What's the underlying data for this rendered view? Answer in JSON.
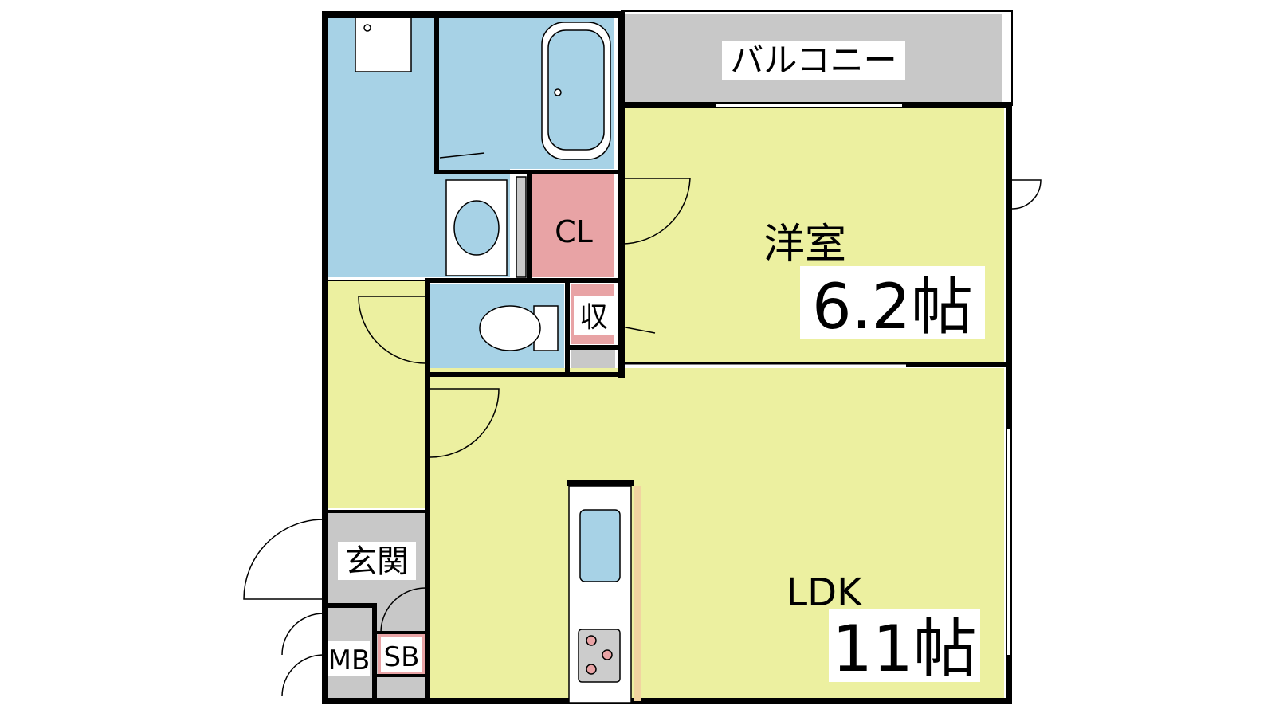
{
  "floorplan": {
    "colors": {
      "background": "#ffffff",
      "wall": "#000000",
      "wet_area": "#a7d2e6",
      "living_area": "#ecf0a0",
      "storage_area": "#e8a3a5",
      "balcony_area": "#c8c8c8",
      "entrance_area": "#c8c8c8",
      "label_bg": "#ffffff"
    },
    "rooms": {
      "balcony": {
        "label": "バルコニー"
      },
      "bedroom": {
        "label": "洋室",
        "size": "6.2帖"
      },
      "ldk": {
        "label": "LDK",
        "size": "11帖"
      },
      "closet": {
        "label": "CL"
      },
      "storage": {
        "label": "収"
      },
      "entrance": {
        "label": "玄関"
      },
      "meter_box": {
        "label": "MB"
      },
      "shoe_box": {
        "label": "SB"
      }
    }
  }
}
